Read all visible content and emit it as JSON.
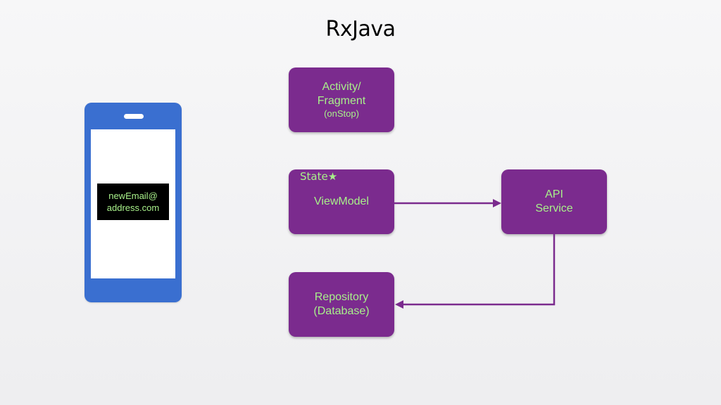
{
  "title": "RxJava",
  "phone": {
    "email_line1": "newEmail@",
    "email_line2": "address.com"
  },
  "boxes": {
    "activity": {
      "line1": "Activity/",
      "line2": "Fragment",
      "note": "(onStop)"
    },
    "viewmodel": {
      "label": "ViewModel",
      "state_tag": "State★"
    },
    "repository": {
      "line1": "Repository",
      "line2": "(Database)"
    },
    "api": {
      "line1": "API",
      "line2": "Service"
    }
  },
  "colors": {
    "box_fill": "#7b2b8e",
    "box_text": "#a8f08a",
    "phone_body": "#3a6fd0",
    "arrow": "#7b2b8e"
  },
  "icons": {
    "state": "star-icon"
  }
}
